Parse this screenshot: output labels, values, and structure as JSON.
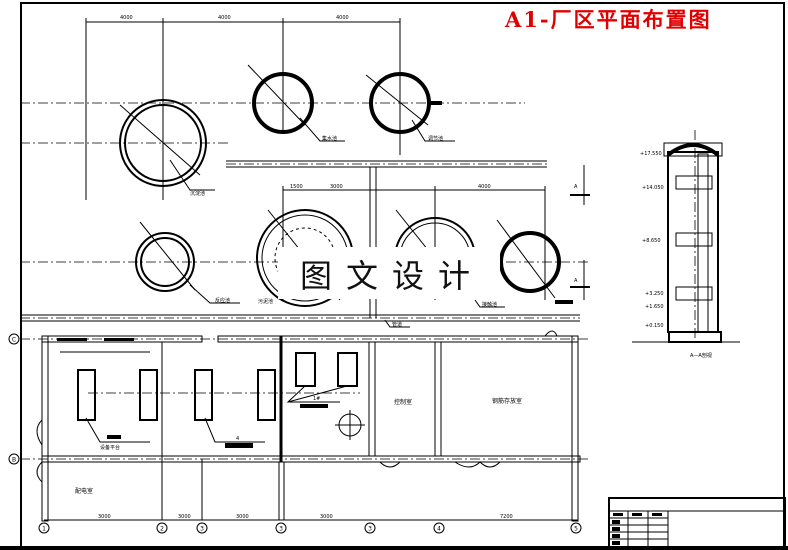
{
  "title": "A1-厂区平面布置图",
  "watermark": "图文设计",
  "top_dimensions": [
    "4000",
    "4000",
    "4000"
  ],
  "mid_dimensions": [
    "1500",
    "3000",
    "4000"
  ],
  "site_labels": {
    "big_tank": "沉淀池",
    "tank_2": "集水池",
    "tank_3": "调节池",
    "tank_4": "反应池",
    "tank_5": "污泥池",
    "tank_6": "接触池",
    "pipe": "管道",
    "section_mark": "A"
  },
  "plan_labels": {
    "equipment": "设备平台",
    "equipment_no": "4",
    "pump_no": "1#",
    "control_room": "控制室",
    "storage_room": "钢筋存放室",
    "power_room": "配电室"
  },
  "row_axes": [
    "C",
    "B"
  ],
  "column_axes": [
    "1",
    "2",
    "3",
    "3",
    "3",
    "4",
    "5"
  ],
  "bottom_dimensions": [
    "3000",
    "3000",
    "3000",
    "3000",
    "7200"
  ],
  "section": {
    "caption": "A—A剖视",
    "levels": [
      "+17.550",
      "+14.050",
      "+8.650",
      "+3.250",
      "+1.650",
      "+0.150"
    ]
  },
  "title_block": {}
}
